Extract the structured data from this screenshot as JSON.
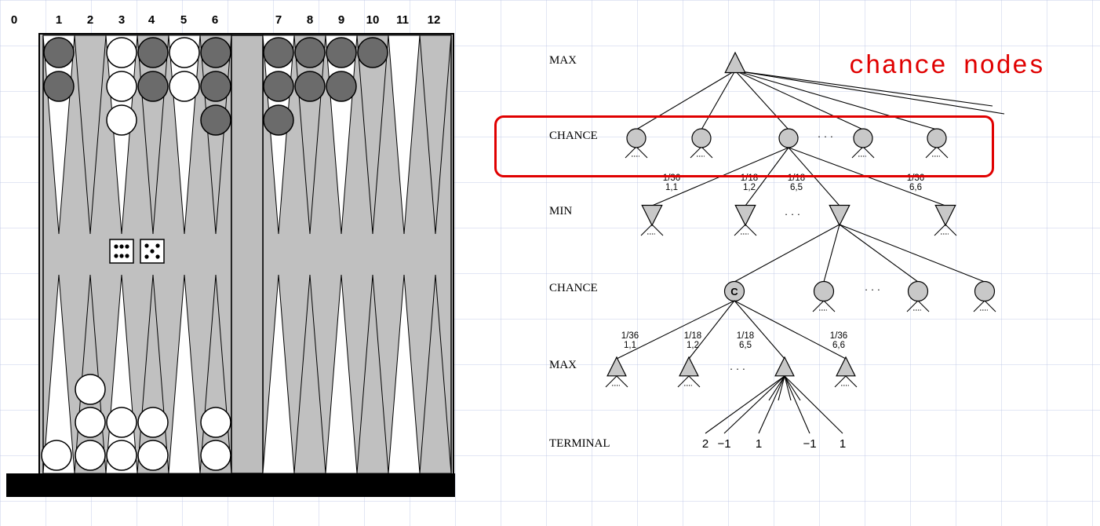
{
  "board": {
    "point_numbers": [
      "0",
      "1",
      "2",
      "3",
      "4",
      "5",
      "6",
      "7",
      "8",
      "9",
      "10",
      "11",
      "12"
    ],
    "top_checkers": [
      {
        "point": "1",
        "color": "dark",
        "count": 2
      },
      {
        "point": "3",
        "color": "white",
        "count": 3
      },
      {
        "point": "4",
        "color": "dark",
        "count": 2
      },
      {
        "point": "5",
        "color": "white",
        "count": 2
      },
      {
        "point": "6",
        "color": "dark",
        "count": 3
      },
      {
        "point": "7",
        "color": "dark",
        "count": 3
      },
      {
        "point": "8",
        "color": "dark",
        "count": 2
      },
      {
        "point": "9",
        "color": "dark",
        "count": 2
      },
      {
        "point": "10",
        "color": "dark",
        "count": 1
      }
    ],
    "bottom_checkers": [
      {
        "column": 1,
        "color": "white",
        "count": 1
      },
      {
        "column": 2,
        "color": "white",
        "count": 3
      },
      {
        "column": 3,
        "color": "white",
        "count": 2
      },
      {
        "column": 4,
        "color": "white",
        "count": 2
      },
      {
        "column": 6,
        "color": "white",
        "count": 2
      }
    ],
    "dice": [
      6,
      5
    ],
    "colors": {
      "shaded": "#c0c0c0",
      "dark_checker": "#6b6b6b",
      "frame": "#000000"
    }
  },
  "tree": {
    "level_labels": {
      "max_top": "MAX",
      "chance_top": "CHANCE",
      "min": "MIN",
      "chance_mid": "CHANCE",
      "max_bottom": "MAX",
      "terminal": "TERMINAL"
    },
    "chance_marker": "C",
    "ellipsis": "· · ·",
    "upper_probabilities": [
      {
        "p": "1/36",
        "roll": "1,1"
      },
      {
        "p": "1/18",
        "roll": "1,2"
      },
      {
        "p": "1/18",
        "roll": "6,5"
      },
      {
        "p": "1/36",
        "roll": "6,6"
      }
    ],
    "lower_probabilities": [
      {
        "p": "1/36",
        "roll": "1,1"
      },
      {
        "p": "1/18",
        "roll": "1,2"
      },
      {
        "p": "1/18",
        "roll": "6,5"
      },
      {
        "p": "1/36",
        "roll": "6,6"
      }
    ],
    "terminal_values": [
      "2",
      "−1",
      "1",
      "−1",
      "1"
    ],
    "colors": {
      "node_fill": "#c8c8c8",
      "line": "#000000"
    }
  },
  "callout": {
    "text": "chance nodes",
    "color": "#e00000"
  }
}
